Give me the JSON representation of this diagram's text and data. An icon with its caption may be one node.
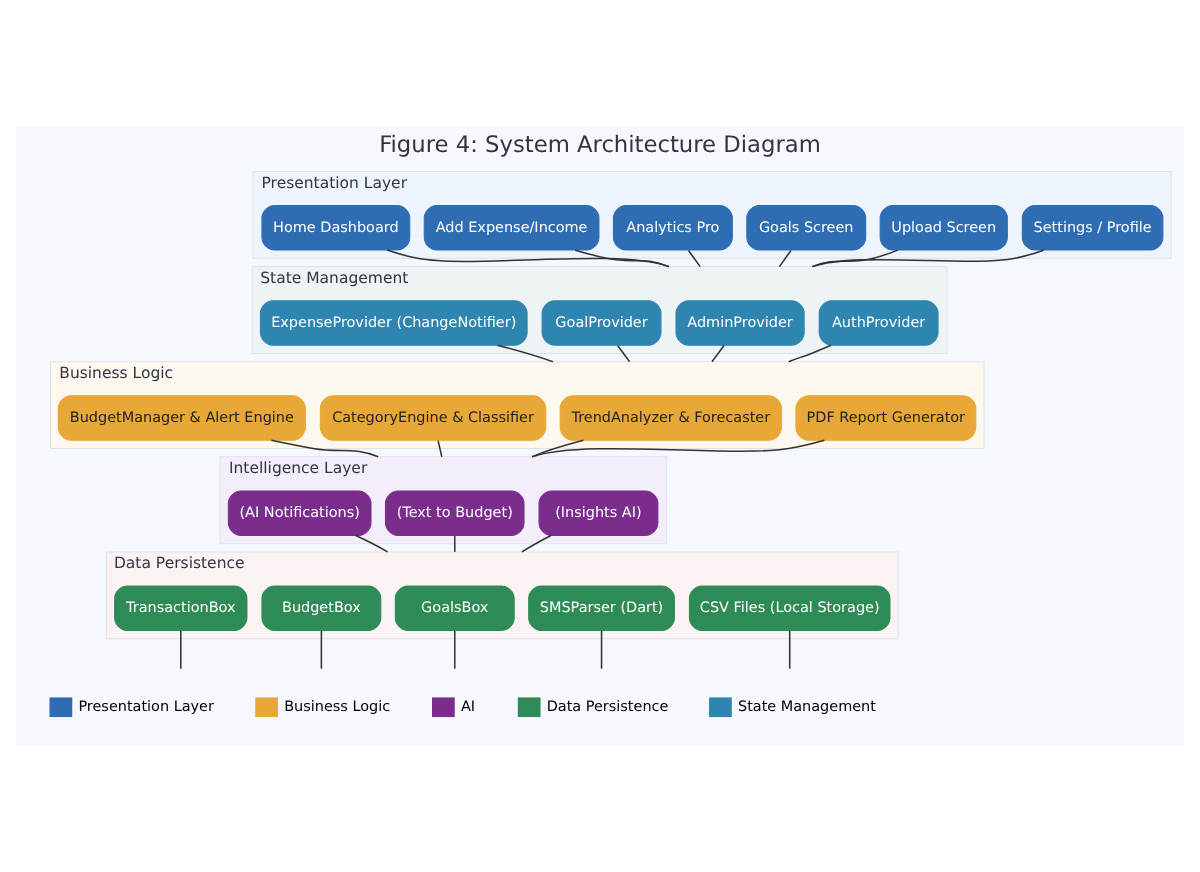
{
  "diagram": {
    "title": "Figure 4: System Architecture Diagram",
    "nodes": [
      {
        "text": [
          "Presentation Layer"
        ]
      },
      {
        "text": [
          "Home Dashboard"
        ],
        "in": 0
      },
      {
        "text": [
          "Add Expense/Income"
        ],
        "in": 0
      },
      {
        "text": [
          "Analytics Pro"
        ],
        "in": 0
      },
      {
        "text": [
          "Goals Screen"
        ],
        "in": 0
      },
      {
        "text": [
          "Upload Screen"
        ],
        "in": 0
      },
      {
        "text": [
          "Settings / Profile"
        ],
        "in": 0
      },
      {
        "text": [
          "State Management"
        ]
      },
      {
        "text": [
          "ExpenseProvider (ChangeNotifier)"
        ],
        "in": 7
      },
      {
        "text": [
          "GoalProvider"
        ],
        "in": 7
      },
      {
        "text": [
          "AdminProvider"
        ],
        "in": 7
      },
      {
        "text": [
          "AuthProvider"
        ],
        "in": 7
      },
      {
        "text": [
          "Business Logic"
        ]
      },
      {
        "text": [
          "BudgetManager & Alert Engine"
        ],
        "in": 12
      },
      {
        "text": [
          "CategoryEngine & Classifier"
        ],
        "in": 12
      },
      {
        "text": [
          "TrendAnalyzer & Forecaster"
        ],
        "in": 12
      },
      {
        "text": [
          "PDF Report Generator"
        ],
        "in": 12
      },
      {
        "text": [
          "Intelligence Layer"
        ]
      },
      {
        "text": [
          "(AI Notifications)"
        ],
        "in": 17
      },
      {
        "text": [
          "(Text to Budget)"
        ],
        "in": 17
      },
      {
        "text": [
          "(Insights AI)"
        ],
        "in": 17
      },
      {
        "text": [
          "Data Persistence"
        ]
      },
      {
        "text": [
          "TransactionBox"
        ],
        "in": 21
      },
      {
        "text": [
          "BudgetBox"
        ],
        "in": 21
      },
      {
        "text": [
          "GoalsBox"
        ],
        "in": 21
      },
      {
        "text": [
          "SMSParser (Dart)"
        ],
        "in": 21
      },
      {
        "text": [
          "CSV Files (Local Storage)"
        ],
        "in": 21
      }
    ],
    "edges": [
      {
        "from": 1,
        "to": 7,
        "arrow": "none"
      },
      {
        "from": 2,
        "to": 7,
        "arrow": "none"
      },
      {
        "from": 3,
        "to": 7,
        "arrow": "none"
      },
      {
        "from": 4,
        "to": 7,
        "arrow": "none"
      },
      {
        "from": 5,
        "to": 7,
        "arrow": "none"
      },
      {
        "from": 6,
        "to": 7,
        "arrow": "none"
      },
      {
        "from": 8,
        "to": 12,
        "arrow": "none"
      },
      {
        "from": 9,
        "to": 12,
        "arrow": "none"
      },
      {
        "from": 10,
        "to": 12,
        "arrow": "none"
      },
      {
        "from": 11,
        "to": 12,
        "arrow": "none"
      },
      {
        "from": 13,
        "to": 17,
        "arrow": "none"
      },
      {
        "from": 14,
        "to": 17,
        "arrow": "none"
      },
      {
        "from": 15,
        "to": 17,
        "arrow": "none"
      },
      {
        "from": 16,
        "to": 17,
        "arrow": "none"
      },
      {
        "from": 18,
        "to": 21,
        "arrow": "none"
      },
      {
        "from": 19,
        "to": 21,
        "arrow": "none"
      },
      {
        "from": 20,
        "to": 21,
        "arrow": "none"
      },
      {
        "from": 22,
        "to": null,
        "arrow": "none"
      },
      {
        "from": 23,
        "to": null,
        "arrow": "none"
      },
      {
        "from": 24,
        "to": null,
        "arrow": "none"
      },
      {
        "from": 25,
        "to": null,
        "arrow": "none"
      },
      {
        "from": 26,
        "to": null,
        "arrow": "none"
      }
    ],
    "legend": [
      {
        "text": "Presentation Layer",
        "color": "#2e6db4"
      },
      {
        "text": "Business Logic",
        "color": "#e8a838"
      },
      {
        "text": "AI",
        "color": "#7b2d8e"
      },
      {
        "text": "Data Persistence",
        "color": "#2e8b57"
      },
      {
        "text": "State Management",
        "color": "#2e86b0"
      }
    ]
  }
}
